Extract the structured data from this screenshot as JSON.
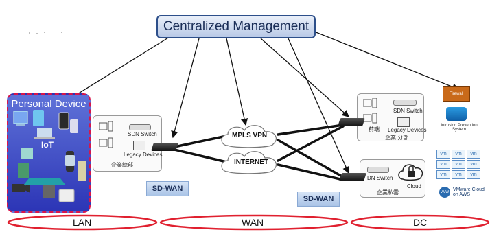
{
  "title": "Centralized Management",
  "personal_device": {
    "title": "Personal Device",
    "iot_label": "IoT"
  },
  "hq": {
    "sdn_switch": "SDN Switch",
    "legacy_devices": "Legacy Devices",
    "name": "企業總部"
  },
  "branch": {
    "sdn_switch": "SDN Switch",
    "legacy_devices": "Legacy Devices",
    "local": "前端",
    "name": "企業 分部"
  },
  "dc_site": {
    "switch": "DN Switch",
    "cloud": "Cloud",
    "name": "企業私雲"
  },
  "security": {
    "firewall": "Firewall",
    "ips": "Intrusion Prevention System"
  },
  "vmware": {
    "vm_label": "vm",
    "cloud_label": "VMware Cloud on AWS",
    "logo_text": "VMW"
  },
  "wan": {
    "mpls": "MPLS VPN",
    "internet": "INTERNET"
  },
  "badges": {
    "left": "SD-WAN",
    "right": "SD-WAN"
  },
  "zones": {
    "lan": "LAN",
    "wan": "WAN",
    "dc": "DC"
  },
  "colors": {
    "zone_ellipse": "#e0202f",
    "personal_border": "#d8154b",
    "personal_fill": "#3a48c4",
    "title_border": "#2d4f8a"
  }
}
